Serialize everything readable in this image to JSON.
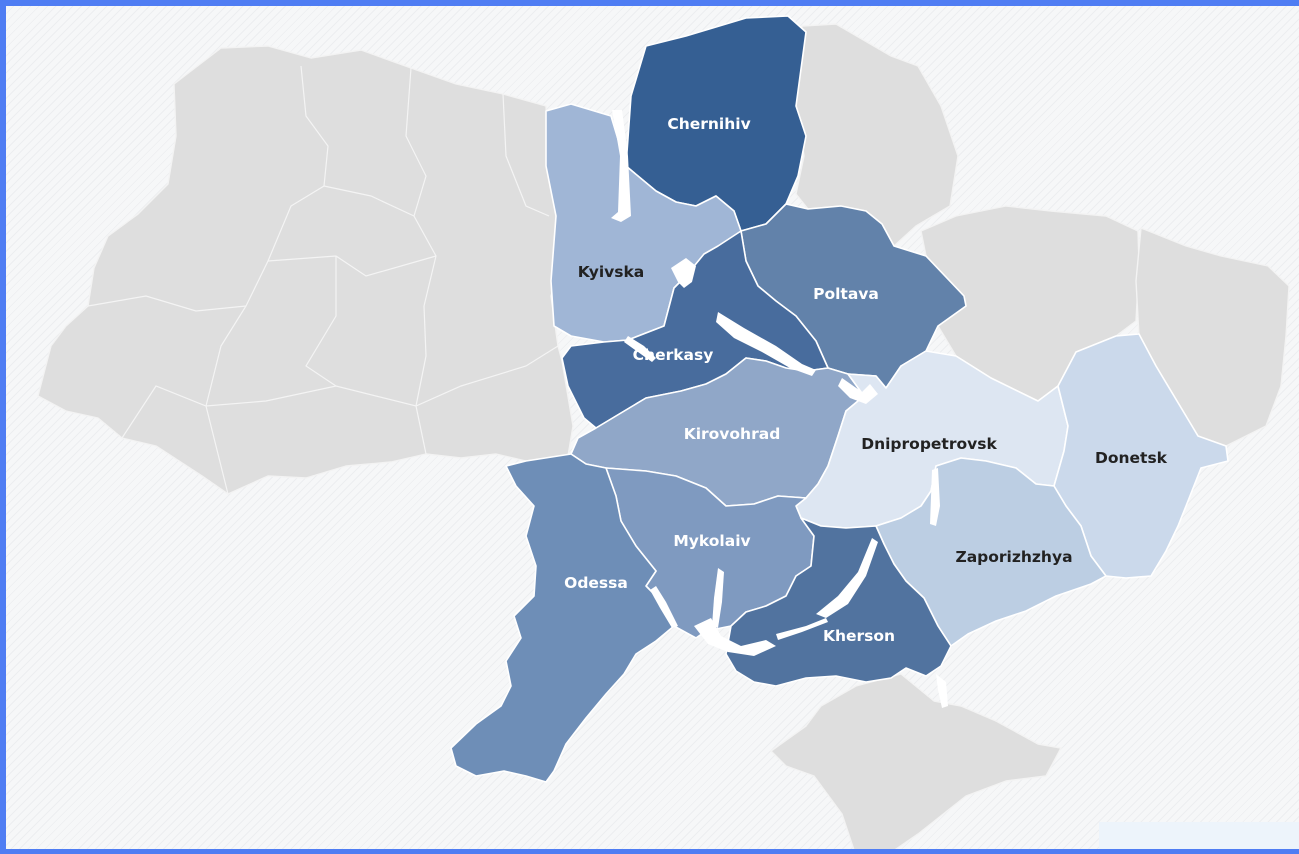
{
  "regions": [
    {
      "key": "chernihiv",
      "label": "Chernihiv",
      "color": "#355f93"
    },
    {
      "key": "kyivska",
      "label": "Kyivska",
      "color": "#a0b6d6"
    },
    {
      "key": "poltava",
      "label": "Poltava",
      "color": "#6282aa"
    },
    {
      "key": "cherkasy",
      "label": "Cherkasy",
      "color": "#486c9d"
    },
    {
      "key": "kirovohrad",
      "label": "Kirovohrad",
      "color": "#90a7c8"
    },
    {
      "key": "dnipropetrovsk",
      "label": "Dnipropetrovsk",
      "color": "#dde6f2"
    },
    {
      "key": "donetsk",
      "label": "Donetsk",
      "color": "#cbd9eb"
    },
    {
      "key": "zaporizhzhya",
      "label": "Zaporizhzhya",
      "color": "#bccee3"
    },
    {
      "key": "mykolaiv",
      "label": "Mykolaiv",
      "color": "#7f9ac0"
    },
    {
      "key": "odessa",
      "label": "Odessa",
      "color": "#6e8eb7"
    },
    {
      "key": "kherson",
      "label": "Kherson",
      "color": "#51739f"
    }
  ],
  "colors": {
    "frame_border": "#4f7df3",
    "inactive_region": "#dedede",
    "background": "#f6f7f8"
  }
}
